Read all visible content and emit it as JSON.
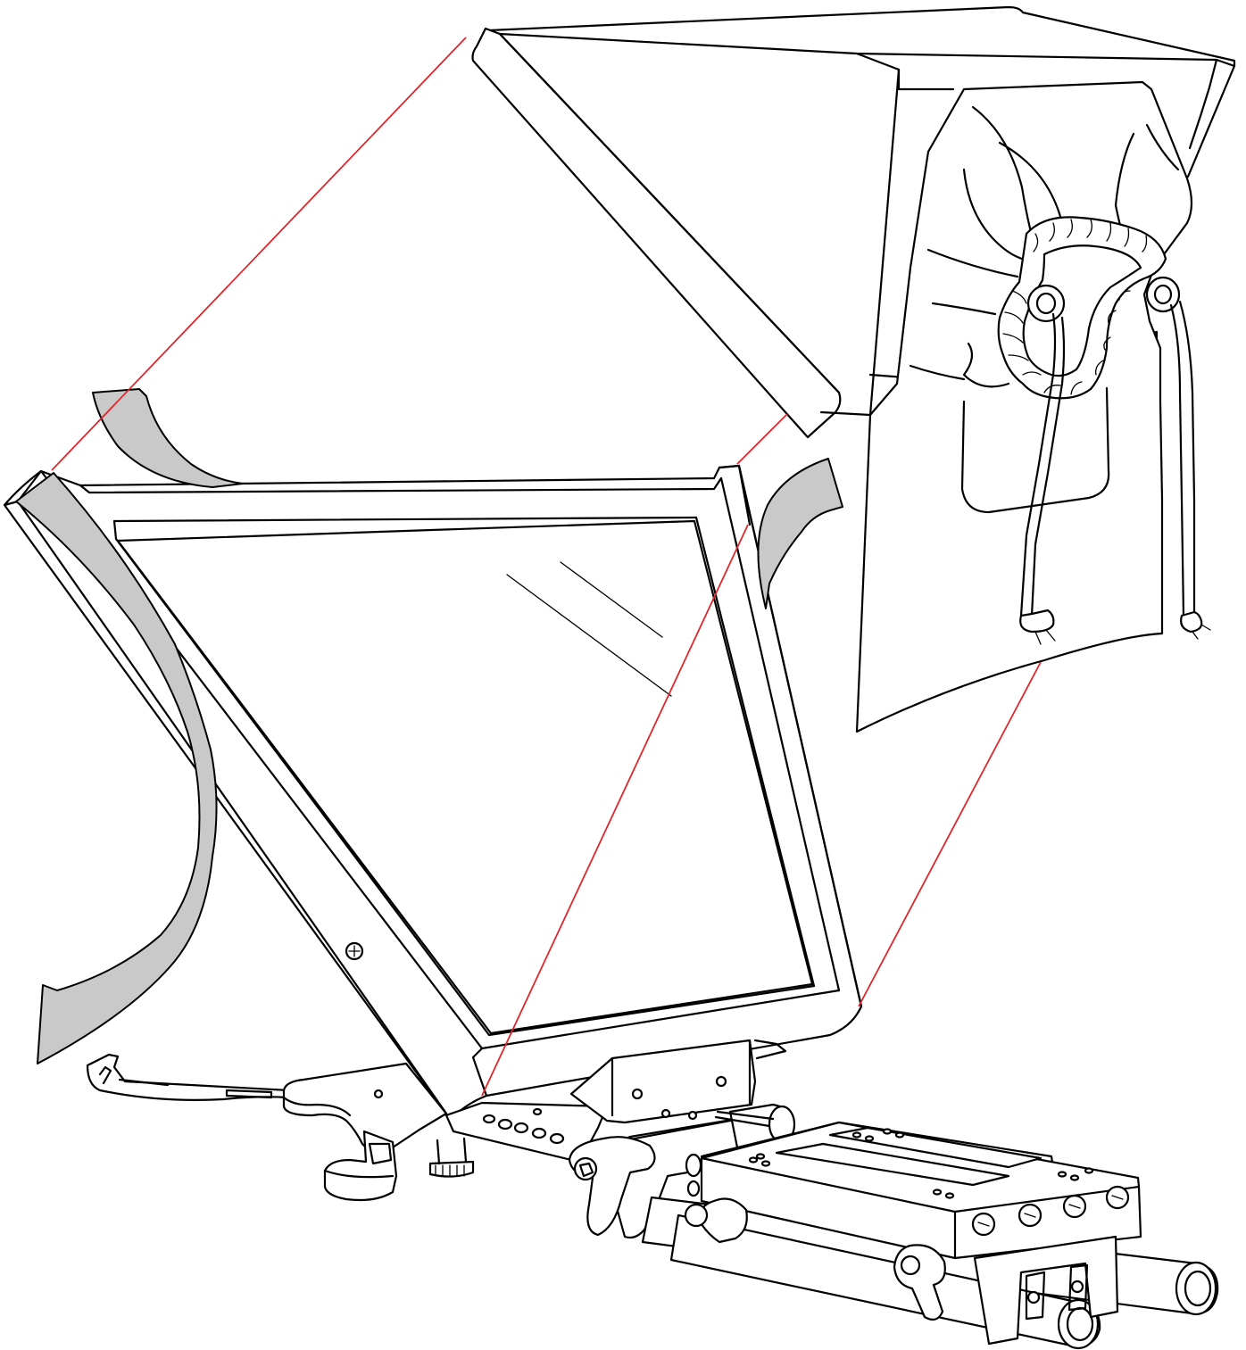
{
  "colors": {
    "line": "#000000",
    "guide": "#e0262b",
    "tape": "#c9c9c9",
    "paper": "#ffffff"
  },
  "parts": {
    "hood": "hood",
    "hood_left_panel": "hood-left-panel",
    "hood_side": "hood-side-panel",
    "camera_sleeve": "camera-sleeve",
    "drawstring": "drawstring",
    "glass_frame": "glass-frame",
    "beam_splitter_glass": "beam-splitter-glass",
    "adhesive_tape": "adhesive-tape",
    "base_plate": "base-plate",
    "rod_clamp": "rod-clamp",
    "rails": "15mm-rails",
    "alignment_lines": "alignment-guides"
  }
}
